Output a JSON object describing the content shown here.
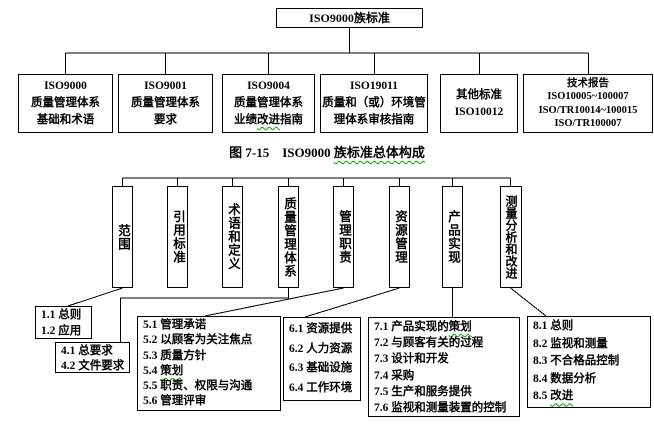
{
  "figure": {
    "caption_prefix": "图 7-15　ISO9000 ",
    "caption_wavy": "族标准总体构成"
  },
  "top_chart": {
    "root": "ISO9000族标准",
    "children": [
      {
        "id": "iso9000",
        "lines": [
          "ISO9000",
          "质量管理体系",
          "基础和术语"
        ]
      },
      {
        "id": "iso9001",
        "lines": [
          "ISO9001",
          "质量管理体系",
          "要求"
        ]
      },
      {
        "id": "iso9004",
        "lines": [
          "ISO9004",
          "质量管理体系",
          "业绩改进指南"
        ]
      },
      {
        "id": "iso19011",
        "lines": [
          "ISO19011",
          "质量和（或）环境管",
          "理体系审核指南"
        ]
      },
      {
        "id": "other",
        "lines": [
          "其他标准",
          "ISO10012"
        ]
      },
      {
        "id": "tech",
        "lines": [
          "技术报告",
          "ISO10005~100007",
          "ISO/TR10014~100015",
          "ISO/TR100007"
        ]
      }
    ]
  },
  "bottom_chart": {
    "clauses": [
      "范围",
      "引用标准",
      "术语和定义",
      "质量管理体系",
      "管理职责",
      "资源管理",
      "产品实现",
      "测量分析和改进"
    ],
    "leaves": {
      "clause1": [
        "1.1 总则",
        "1.2 应用"
      ],
      "clause4": [
        "4.1 总要求",
        "4.2 文件要求"
      ],
      "clause5": [
        "5.1 管理承诺",
        "5.2 以顾客为关注焦点",
        "5.3 质量方针",
        "5.4 策划",
        "5.5 职责、权限与沟通",
        "5.6 管理评审"
      ],
      "clause6": [
        "6.1 资源提供",
        "6.2 人力资源",
        "6.3 基础设施",
        "6.4 工作环境"
      ],
      "clause7": [
        "7.1 产品实现的策划",
        "7.2 与顾客有关的过程",
        "7.3 设计和开发",
        "7.4 采购",
        "7.5 生产和服务提供",
        "7.6 监视和测量装置的控制"
      ],
      "clause8": [
        "8.1 总则",
        "8.2 监视和测量",
        "8.3 不合格品控制",
        "8.4 数据分析",
        "8.5 改进"
      ]
    }
  },
  "wavy_words": [
    "策划",
    "改进"
  ],
  "colors": {
    "line": "#000000",
    "text": "#000000",
    "squiggle": "#00a000",
    "background": "#ffffff"
  }
}
